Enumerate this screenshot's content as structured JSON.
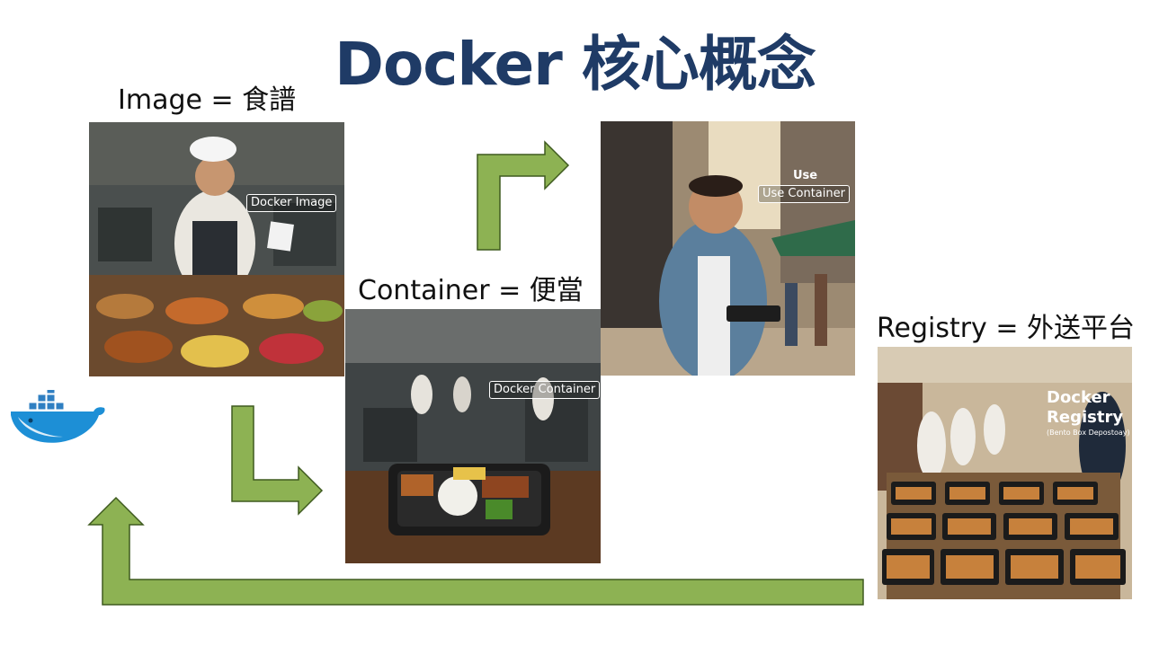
{
  "title": "Docker 核心概念",
  "nodes": {
    "image": {
      "label": "Image = 食譜",
      "overlay": "Docker Image"
    },
    "container": {
      "label": "Container = 便當",
      "overlay": "Docker Container"
    },
    "use": {
      "overlay_top": "Use",
      "overlay": "Use Container"
    },
    "registry": {
      "label": "Registry = 外送平台",
      "overlay_line1": "Docker",
      "overlay_line2": "Registry",
      "overlay_sub": "(Bento Box Depostoay)"
    }
  },
  "logo": {
    "name": "docker-whale-icon"
  },
  "colors": {
    "title": "#1f3b66",
    "arrow_fill": "#8db253",
    "arrow_stroke": "#3e5a1f"
  }
}
